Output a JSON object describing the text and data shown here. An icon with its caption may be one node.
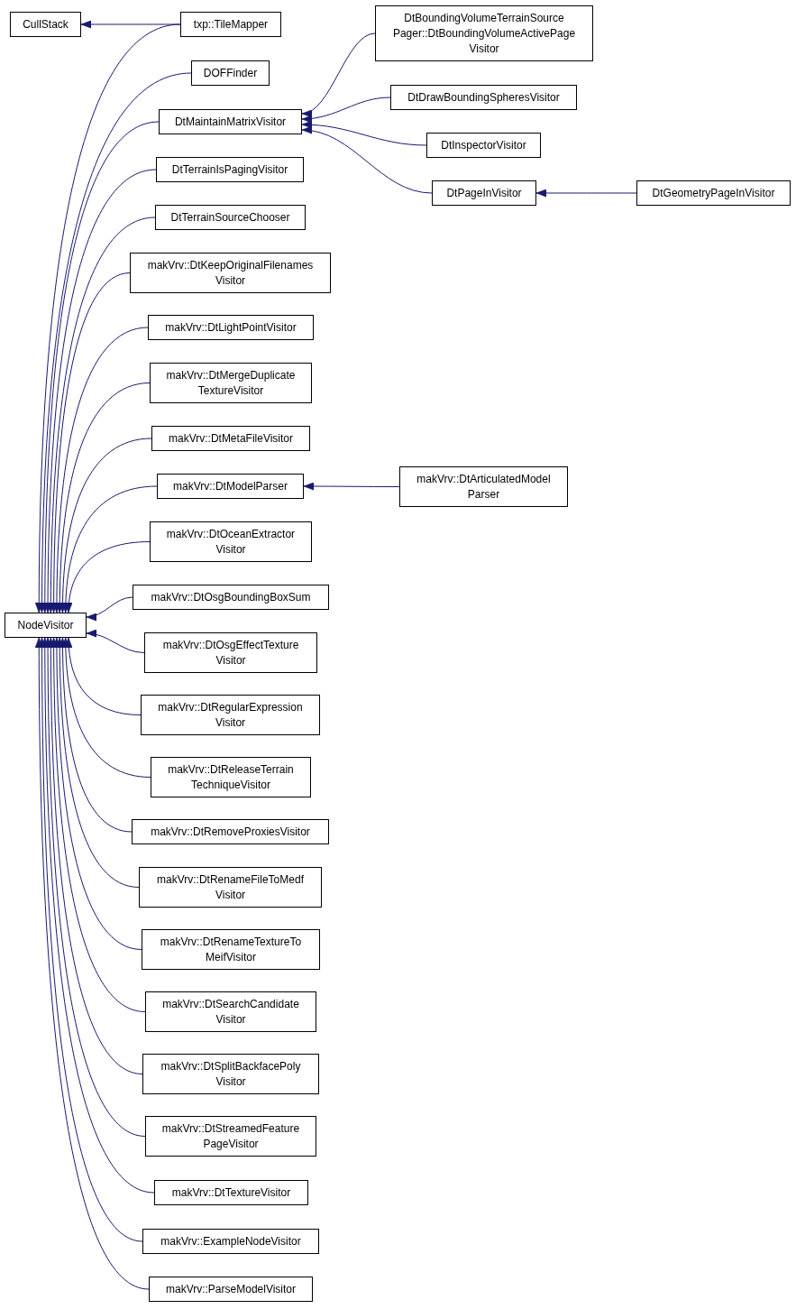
{
  "diagram": {
    "nodes": [
      {
        "text": [
          "CullStack"
        ]
      },
      {
        "text": [
          "txp::TileMapper"
        ]
      },
      {
        "text": [
          "DtBoundingVolumeTerrainSource Pager::DtBoundingVolumeActivePage Visitor"
        ]
      },
      {
        "text": [
          "DOFFinder"
        ]
      },
      {
        "text": [
          "DtMaintainMatrixVisitor"
        ]
      },
      {
        "text": [
          "DtDrawBoundingSpheresVisitor"
        ]
      },
      {
        "text": [
          "DtInspectorVisitor"
        ]
      },
      {
        "text": [
          "DtTerrainIsPagingVisitor"
        ]
      },
      {
        "text": [
          "DtPageInVisitor"
        ]
      },
      {
        "text": [
          "DtGeometryPageInVisitor"
        ]
      },
      {
        "text": [
          "DtTerrainSourceChooser"
        ]
      },
      {
        "text": [
          "makVrv::DtKeepOriginalFilenames Visitor"
        ]
      },
      {
        "text": [
          "makVrv::DtLightPointVisitor"
        ]
      },
      {
        "text": [
          "makVrv::DtMergeDuplicate TextureVisitor"
        ]
      },
      {
        "text": [
          "makVrv::DtMetaFileVisitor"
        ]
      },
      {
        "text": [
          "makVrv::DtModelParser"
        ]
      },
      {
        "text": [
          "makVrv::DtArticulatedModel Parser"
        ]
      },
      {
        "text": [
          "makVrv::DtOceanExtractor Visitor"
        ]
      },
      {
        "text": [
          "makVrv::DtOsgBoundingBoxSum"
        ]
      },
      {
        "text": [
          "NodeVisitor"
        ]
      },
      {
        "text": [
          "makVrv::DtOsgEffectTexture Visitor"
        ]
      },
      {
        "text": [
          "makVrv::DtRegularExpression Visitor"
        ]
      },
      {
        "text": [
          "makVrv::DtReleaseTerrain TechniqueVisitor"
        ]
      },
      {
        "text": [
          "makVrv::DtRemoveProxiesVisitor"
        ]
      },
      {
        "text": [
          "makVrv::DtRenameFileToMedf Visitor"
        ]
      },
      {
        "text": [
          "makVrv::DtRenameTextureTo MeifVisitor"
        ]
      },
      {
        "text": [
          "makVrv::DtSearchCandidate Visitor"
        ]
      },
      {
        "text": [
          "makVrv::DtSplitBackfacePoly Visitor"
        ]
      },
      {
        "text": [
          "makVrv::DtStreamedFeature PageVisitor"
        ]
      },
      {
        "text": [
          "makVrv::DtTextureVisitor"
        ]
      },
      {
        "text": [
          "makVrv::ExampleNodeVisitor"
        ]
      },
      {
        "text": [
          "makVrv::ParseModelVisitor"
        ]
      }
    ],
    "edges": [
      {
        "from": 1,
        "to": 0,
        "arrow": "to"
      },
      {
        "from": 1,
        "to": 19,
        "arrow": "to"
      },
      {
        "from": 2,
        "to": 4,
        "arrow": "to"
      },
      {
        "from": 3,
        "to": 19,
        "arrow": "to"
      },
      {
        "from": 4,
        "to": 19,
        "arrow": "to"
      },
      {
        "from": 5,
        "to": 4,
        "arrow": "to"
      },
      {
        "from": 6,
        "to": 4,
        "arrow": "to"
      },
      {
        "from": 7,
        "to": 19,
        "arrow": "to"
      },
      {
        "from": 8,
        "to": 4,
        "arrow": "to"
      },
      {
        "from": 9,
        "to": 8,
        "arrow": "to"
      },
      {
        "from": 10,
        "to": 19,
        "arrow": "to"
      },
      {
        "from": 11,
        "to": 19,
        "arrow": "to"
      },
      {
        "from": 12,
        "to": 19,
        "arrow": "to"
      },
      {
        "from": 13,
        "to": 19,
        "arrow": "to"
      },
      {
        "from": 14,
        "to": 19,
        "arrow": "to"
      },
      {
        "from": 15,
        "to": 19,
        "arrow": "to"
      },
      {
        "from": 16,
        "to": 15,
        "arrow": "to"
      },
      {
        "from": 17,
        "to": 19,
        "arrow": "to"
      },
      {
        "from": 18,
        "to": 19,
        "arrow": "to"
      },
      {
        "from": 20,
        "to": 19,
        "arrow": "to"
      },
      {
        "from": 21,
        "to": 19,
        "arrow": "to"
      },
      {
        "from": 22,
        "to": 19,
        "arrow": "to"
      },
      {
        "from": 23,
        "to": 19,
        "arrow": "to"
      },
      {
        "from": 24,
        "to": 19,
        "arrow": "to"
      },
      {
        "from": 25,
        "to": 19,
        "arrow": "to"
      },
      {
        "from": 26,
        "to": 19,
        "arrow": "to"
      },
      {
        "from": 27,
        "to": 19,
        "arrow": "to"
      },
      {
        "from": 28,
        "to": 19,
        "arrow": "to"
      },
      {
        "from": 29,
        "to": 19,
        "arrow": "to"
      },
      {
        "from": 30,
        "to": 19,
        "arrow": "to"
      },
      {
        "from": 31,
        "to": 19,
        "arrow": "to"
      }
    ]
  }
}
